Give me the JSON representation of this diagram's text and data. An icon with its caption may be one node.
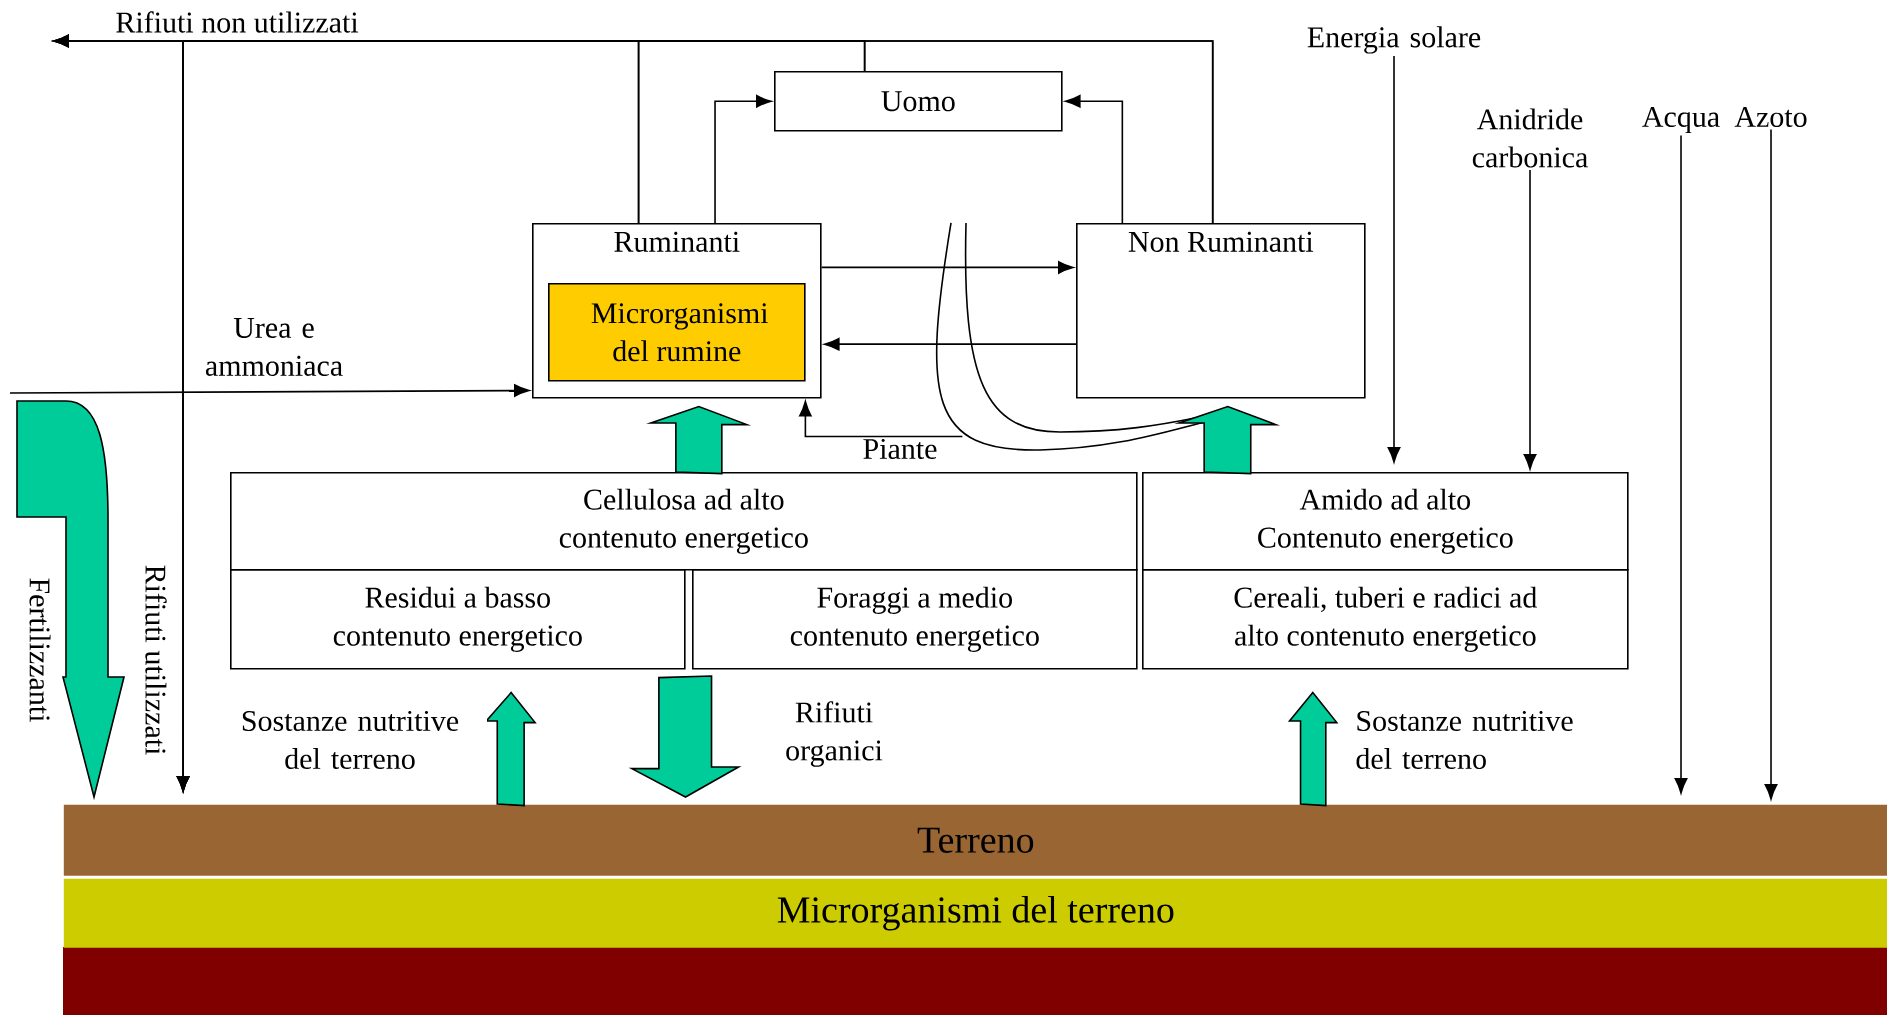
{
  "diagram": {
    "nodes": [
      {
        "text": [
          "Uomo"
        ]
      },
      {
        "text": [
          "Ruminanti"
        ]
      },
      {
        "text": [
          "Microrganismi del rumine"
        ],
        "in": 1
      },
      {
        "text": [
          "Non Ruminanti"
        ]
      },
      {
        "text": [
          "Cellulosa ad alto contenuto energetico"
        ]
      },
      {
        "text": [
          "Residui a basso contenuto energetico"
        ]
      },
      {
        "text": [
          "Foraggi a medio contenuto energetico"
        ]
      },
      {
        "text": [
          "Amido ad alto Contenuto energetico"
        ]
      },
      {
        "text": [
          "Cereali, tuberi e radici ad alto contenuto energetico"
        ]
      },
      {
        "text": [
          "Terreno"
        ]
      },
      {
        "text": [
          "Microrganismi del terreno"
        ]
      },
      {
        "text": [
          "Energia solare"
        ]
      },
      {
        "text": [
          "Anidride carbonica"
        ]
      },
      {
        "text": [
          "Acqua"
        ]
      },
      {
        "text": [
          "Azoto"
        ]
      },
      {
        "text": [
          "Piante"
        ]
      }
    ],
    "edges": [
      {
        "from": 1,
        "to": 0,
        "arrow": "to"
      },
      {
        "from": 3,
        "to": 0,
        "arrow": "to"
      },
      {
        "from": 1,
        "to": 3,
        "arrow": "to"
      },
      {
        "from": 3,
        "to": 1,
        "arrow": "to"
      },
      {
        "from": null,
        "to": 1,
        "arrow": "to",
        "label": "Urea e ammoniaca"
      },
      {
        "from": 15,
        "to": 1,
        "arrow": "to"
      },
      {
        "from": 0,
        "to": null,
        "arrow": "to",
        "label": "Rifiuti non utilizzati"
      },
      {
        "from": 1,
        "to": null,
        "arrow": "to"
      },
      {
        "from": 3,
        "to": null,
        "arrow": "to"
      },
      {
        "from": 0,
        "to": 9,
        "arrow": "to",
        "label": "Rifiuti utilizzati"
      },
      {
        "from": 1,
        "to": 9,
        "arrow": "to"
      },
      {
        "from": 3,
        "to": 9,
        "arrow": "to"
      },
      {
        "from": 4,
        "to": 1,
        "arrow": "to",
        "style": "thick",
        "color": "#00cc99"
      },
      {
        "from": 7,
        "to": 3,
        "arrow": "to",
        "style": "thick",
        "color": "#00cc99"
      },
      {
        "from": 9,
        "to": 5,
        "arrow": "to",
        "style": "thick",
        "color": "#00cc99",
        "label": "Sostanze nutritive del terreno"
      },
      {
        "from": 9,
        "to": 8,
        "arrow": "to",
        "style": "thick",
        "color": "#00cc99",
        "label": "Sostanze nutritive del terreno"
      },
      {
        "from": 6,
        "to": 9,
        "arrow": "to",
        "style": "thick",
        "color": "#00cc99",
        "label": "Rifiuti organici"
      },
      {
        "from": null,
        "to": 9,
        "arrow": "to",
        "style": "thick",
        "color": "#00cc99",
        "label": "Fertilizzanti"
      },
      {
        "from": 11,
        "to": 7,
        "arrow": "to"
      },
      {
        "from": 12,
        "to": 7,
        "arrow": "to"
      },
      {
        "from": 13,
        "to": 9,
        "arrow": "to"
      },
      {
        "from": 14,
        "to": 9,
        "arrow": "to"
      }
    ]
  }
}
